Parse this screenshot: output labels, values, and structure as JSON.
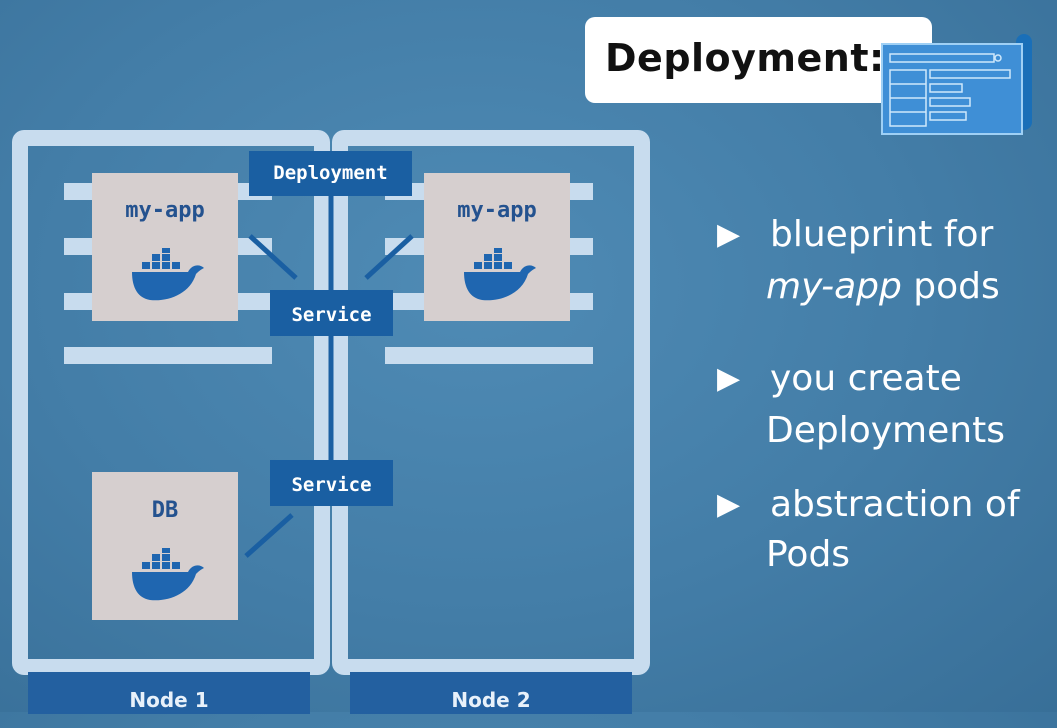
{
  "title": {
    "text": "Deployment:",
    "icon": "blueprint-icon"
  },
  "diagram": {
    "nodes": [
      {
        "label": "Node 1"
      },
      {
        "label": "Node 2"
      }
    ],
    "pods": [
      {
        "label": "my-app",
        "icon": "docker-whale-icon"
      },
      {
        "label": "my-app",
        "icon": "docker-whale-icon"
      },
      {
        "label": "DB",
        "icon": "docker-whale-icon"
      }
    ],
    "tags": {
      "deployment": "Deployment",
      "service_top": "Service",
      "service_bottom": "Service"
    }
  },
  "bullets": {
    "arrow": "▶",
    "items": [
      {
        "line1": "blueprint for",
        "line2_italic": "my-app",
        "line2_rest": " pods"
      },
      {
        "line1": "you create",
        "line2": "Deployments"
      },
      {
        "line1": "abstraction of",
        "line2": "Pods"
      }
    ]
  },
  "colors": {
    "background": "#437da7",
    "node_border": "#c8dcee",
    "tag_blue": "#1a5fa2",
    "pod_fill": "#d6cfcf",
    "pod_text": "#24528f"
  }
}
